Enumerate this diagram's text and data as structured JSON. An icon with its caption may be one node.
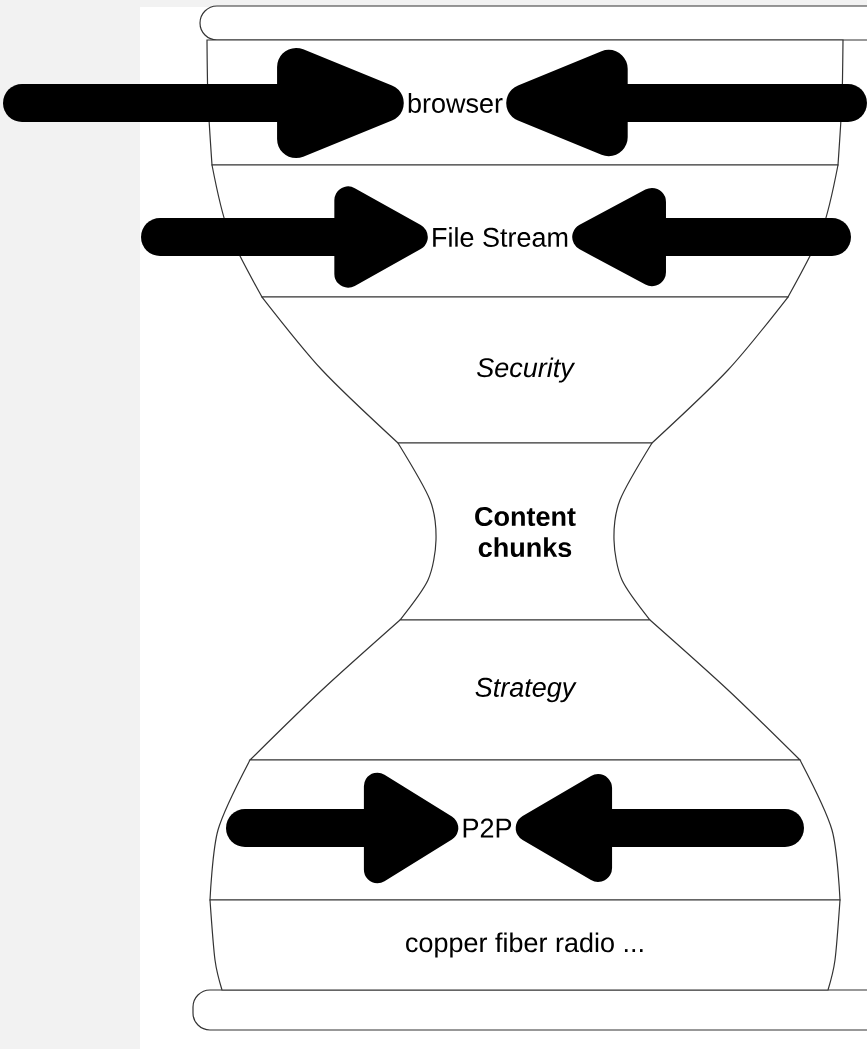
{
  "diagram": {
    "nodes": [
      {
        "text": [
          "browser"
        ]
      },
      {
        "text": [
          "File  Stream"
        ]
      },
      {
        "text": [
          "Security"
        ]
      },
      {
        "text": [
          "Content chunks"
        ]
      },
      {
        "text": [
          "Strategy"
        ]
      },
      {
        "text": [
          "P2P"
        ]
      },
      {
        "text": [
          "copper  fiber  radio  ..."
        ]
      }
    ],
    "edges": [
      {
        "from": null,
        "to": 0,
        "arrow": "to"
      },
      {
        "from": null,
        "to": 0,
        "arrow": "to"
      },
      {
        "from": null,
        "to": 1,
        "arrow": "to"
      },
      {
        "from": null,
        "to": 1,
        "arrow": "to"
      },
      {
        "from": null,
        "to": 5,
        "arrow": "to"
      },
      {
        "from": null,
        "to": 5,
        "arrow": "to"
      }
    ]
  }
}
